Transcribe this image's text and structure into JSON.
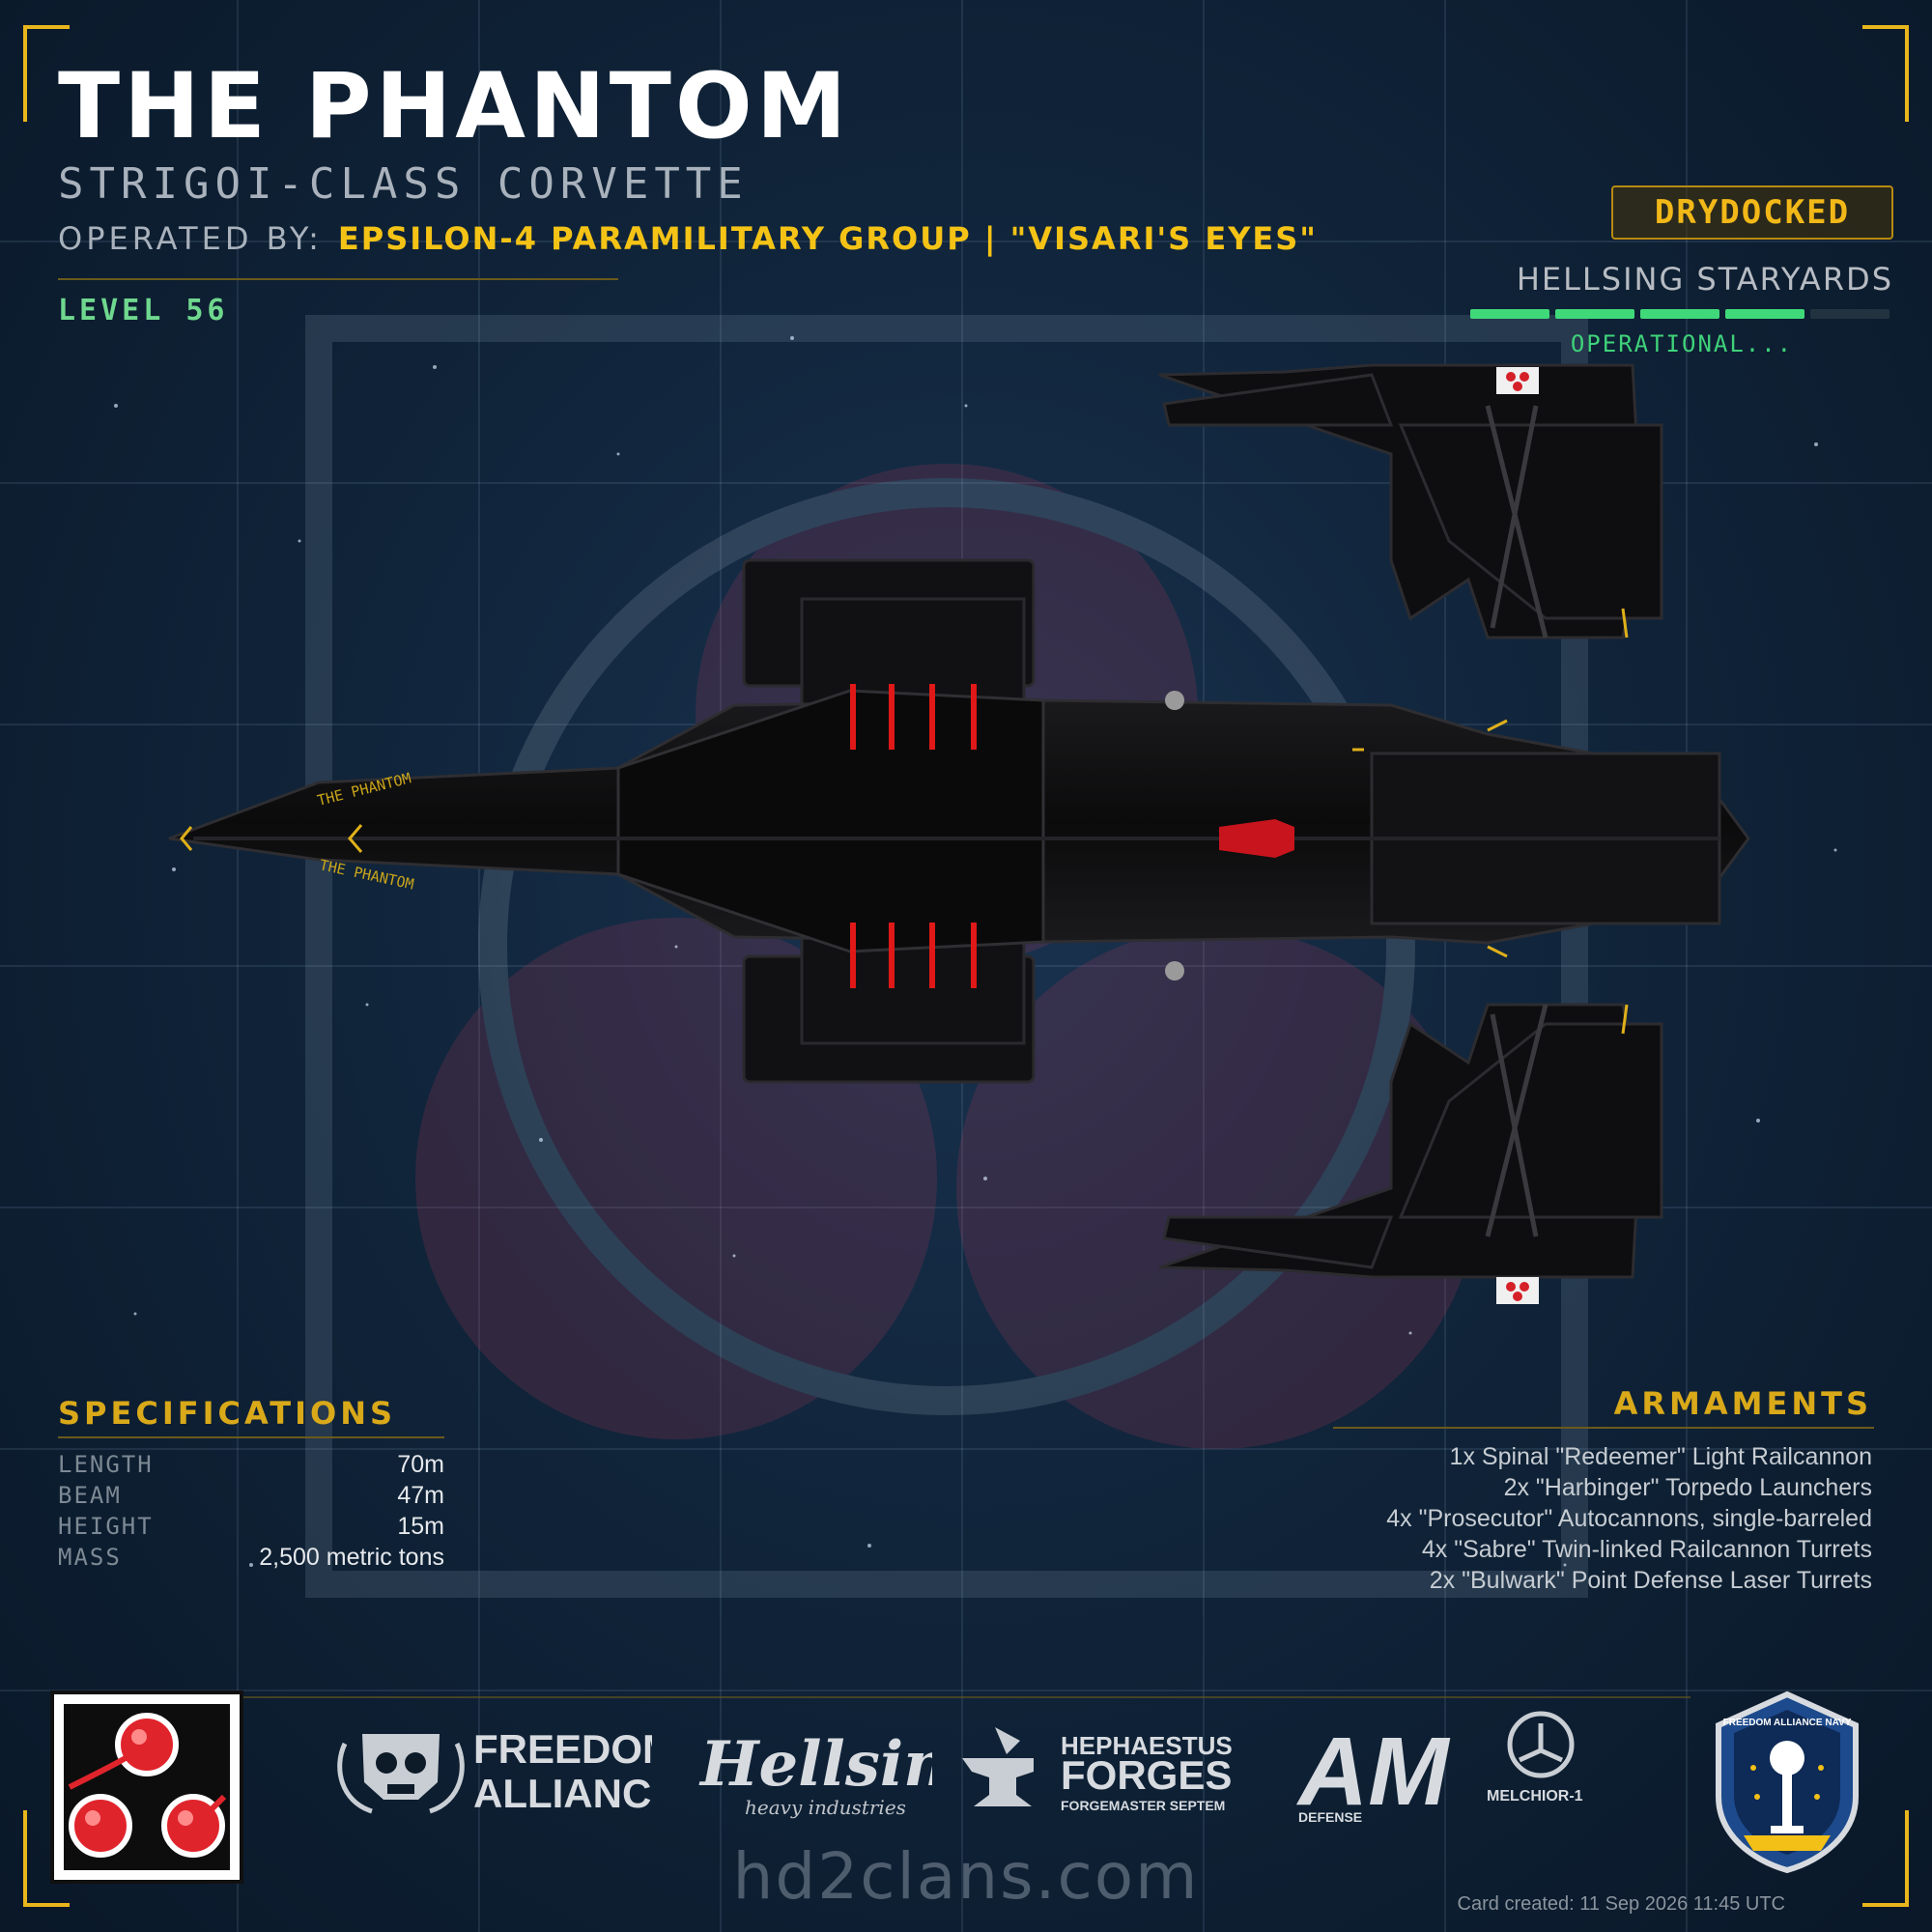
{
  "ship": {
    "name": "THE PHANTOM",
    "class": "STRIGOI-CLASS CORVETTE",
    "operated_by_label": "OPERATED BY:",
    "operator": "EPSILON-4 PARAMILITARY GROUP | \"VISARI'S EYES\"",
    "level": "LEVEL 56",
    "hull_marking": "THE PHANTOM"
  },
  "status": {
    "badge": "DRYDOCKED",
    "location": "HELLSING STARYARDS",
    "progress_segments_total": 5,
    "progress_segments_filled": 4,
    "state_text": "OPERATIONAL..."
  },
  "specifications": {
    "title": "SPECIFICATIONS",
    "rows": [
      {
        "label": "LENGTH",
        "value": "70m"
      },
      {
        "label": "BEAM",
        "value": "47m"
      },
      {
        "label": "HEIGHT",
        "value": "15m"
      },
      {
        "label": "MASS",
        "value": "2,500 metric tons"
      }
    ]
  },
  "armaments": {
    "title": "ARMAMENTS",
    "items": [
      "1x Spinal \"Redeemer\" Light Railcannon",
      "2x \"Harbinger\" Torpedo Launchers",
      "4x \"Prosecutor\" Autocannons, single-barreled",
      "4x \"Sabre\" Twin-linked Railcannon Turrets",
      "2x \"Bulwark\" Point Defense Laser Turrets"
    ]
  },
  "logos": {
    "freedom_line1": "FREEDOM",
    "freedom_line2": "ALLIANCE",
    "hellsing": "Hellsing",
    "hellsing_sub": "heavy industries",
    "hephaestus_line1": "HEPHAESTUS",
    "hephaestus_line2": "FORGES",
    "hephaestus_sub": "FORGEMASTER SEPTEM",
    "am": "AM",
    "am_sub": "DEFENSE",
    "melchior": "MELCHIOR-1",
    "navy": "FREEDOM ALLIANCE NAVY"
  },
  "footer": {
    "website": "hd2clans.com",
    "created": "Card created: 11 Sep 2026 11:45 UTC"
  },
  "colors": {
    "accent_gold": "#f4c316",
    "status_green": "#40d97a",
    "hull_black": "#0d0d0e",
    "stripe_red": "#e01818",
    "emblem_red": "#e0242c"
  }
}
